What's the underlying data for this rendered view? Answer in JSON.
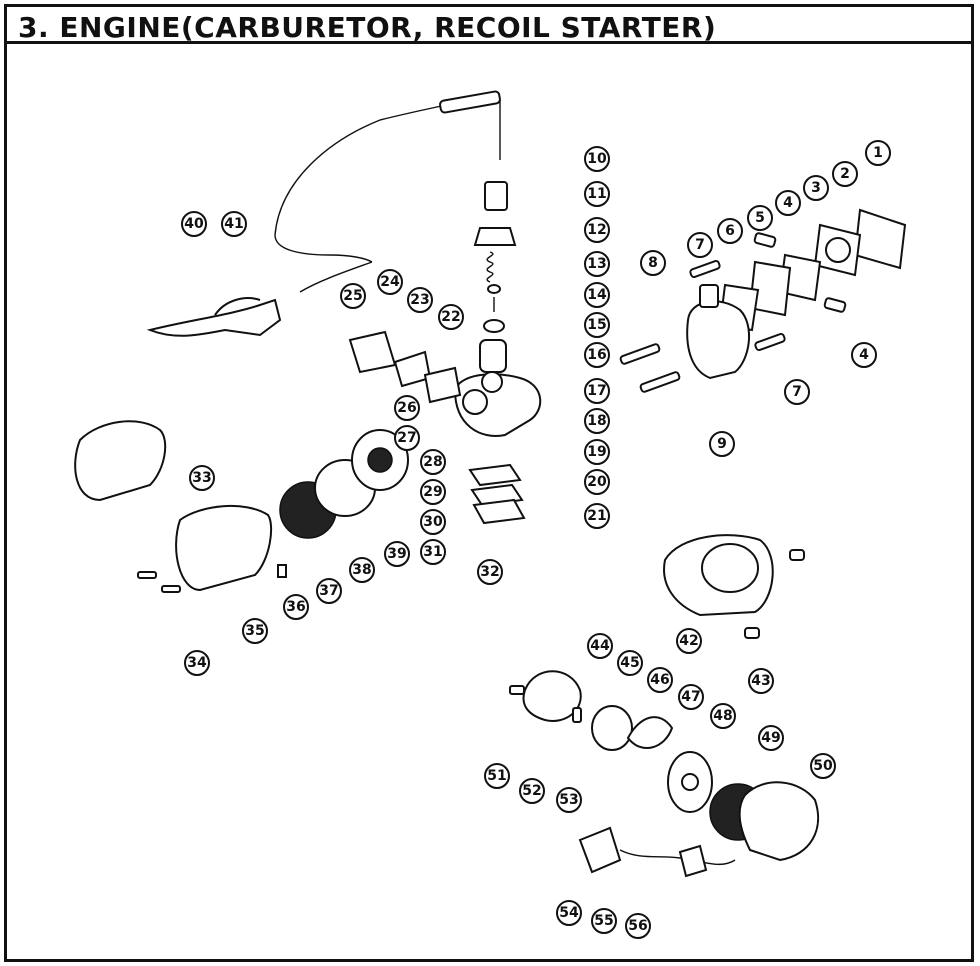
{
  "title": "3. ENGINE(CARBURETOR, RECOIL STARTER)",
  "labels": [
    "1",
    "2",
    "3",
    "4",
    "4",
    "5",
    "6",
    "7",
    "7",
    "8",
    "9",
    "10",
    "11",
    "12",
    "13",
    "14",
    "15",
    "16",
    "17",
    "18",
    "19",
    "20",
    "21",
    "22",
    "23",
    "24",
    "25",
    "26",
    "27",
    "28",
    "29",
    "30",
    "31",
    "32",
    "33",
    "34",
    "35",
    "36",
    "37",
    "38",
    "39",
    "40",
    "41",
    "42",
    "43",
    "44",
    "45",
    "46",
    "47",
    "48",
    "49",
    "50",
    "51",
    "52",
    "53",
    "54",
    "55",
    "56"
  ]
}
